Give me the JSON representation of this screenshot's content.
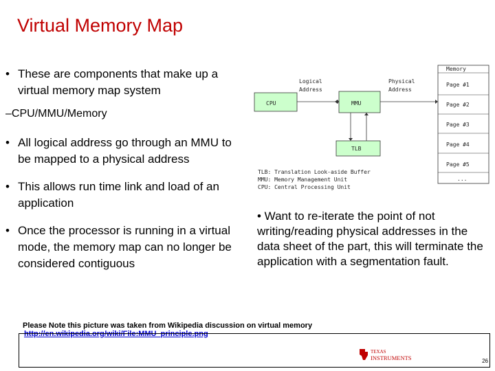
{
  "title": "Virtual Memory Map",
  "bullets": {
    "b1": "These are components that make up a virtual memory map system",
    "b1_sub": "–CPU/MMU/Memory",
    "b2": "All logical address go through an MMU to be mapped to a physical address",
    "b3": "This allows run time link and load of an application",
    "b4": "Once the processor is running in a virtual mode, the memory map can no longer be considered contiguous"
  },
  "diagram": {
    "cpu": "CPU",
    "mmu": "MMU",
    "tlb": "TLB",
    "logical_label_1": "Logical",
    "logical_label_2": "Address",
    "physical_label_1": "Physical",
    "physical_label_2": "Address",
    "memory": "Memory",
    "pages": [
      "Page #1",
      "Page #2",
      "Page #3",
      "Page #4",
      "Page #5",
      "..."
    ],
    "legend": [
      "TLB: Translation Look-aside Buffer",
      "MMU: Memory Management Unit",
      "CPU: Central Processing Unit"
    ],
    "colors": {
      "box_fill": "#ccffcc",
      "box_stroke": "#333333"
    }
  },
  "note": "• Want to re-iterate the point of not writing/reading physical addresses in the data sheet of the part, this will terminate the application with a segmentation fault.",
  "credit": {
    "text": "Please Note this picture was taken from Wikipedia discussion on virtual memory",
    "link": "http://en.wikipedia.org/wiki/File:MMU_principle.png"
  },
  "logo": {
    "line1": "TEXAS",
    "line2": "INSTRUMENTS",
    "color": "#c00000"
  },
  "page_number": "26",
  "title_color": "#c00000"
}
